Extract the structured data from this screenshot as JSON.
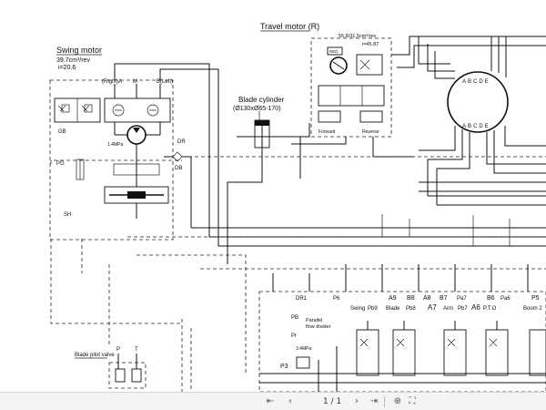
{
  "labels": {
    "swing_motor_title": "Swing motor",
    "swing_motor_disp": "39.7cm³/rev",
    "swing_motor_ratio": "i=20.6",
    "right_a": "(Right)A",
    "m": "M",
    "b_left": "B(Left)",
    "dr": "DR",
    "db": "DB",
    "pg": "PG",
    "sh": "SH",
    "gb": "GB",
    "mpa_swing": "1.4MPa",
    "travel_motor_title": "Travel motor (R)",
    "travel_disp": "55.8/31.5cm³/rev",
    "travel_ratio": "i=45.87",
    "red": "RED",
    "forward": "Forward",
    "reverse": "Reverse",
    "blade_cylinder_title": "Blade cylinder",
    "blade_cylinder_spec": "(Ø130xØ65-170)",
    "blade_pilot_valve": "Blade pilot valve",
    "p": "P",
    "t": "T",
    "dr1": "DR1",
    "pb": "PB",
    "pr": "Pr",
    "p3": "P3",
    "mpa_relief": "3.4MPa",
    "parallel": "Parallel",
    "flow_divider": "flow divider",
    "p6": "P6",
    "swing": "Swing",
    "pb9": "Pb9",
    "a9": "A9",
    "b8": "B8",
    "blade": "Blade",
    "pb8": "Pb8",
    "a8": "A8",
    "b7": "B7",
    "pa7": "Pa7",
    "a7": "A7",
    "arm": "Arm",
    "pb7": "Pb7",
    "b6": "B6",
    "pa6": "Pa6",
    "a6": "A6",
    "pto": "P.T.O",
    "p5": "P5",
    "boom2": "Boom 2",
    "ring_letters_top": "ABCDE",
    "ring_letters_bottom": "ABCDE"
  },
  "viewer": {
    "page_indicator": "1 / 1"
  }
}
